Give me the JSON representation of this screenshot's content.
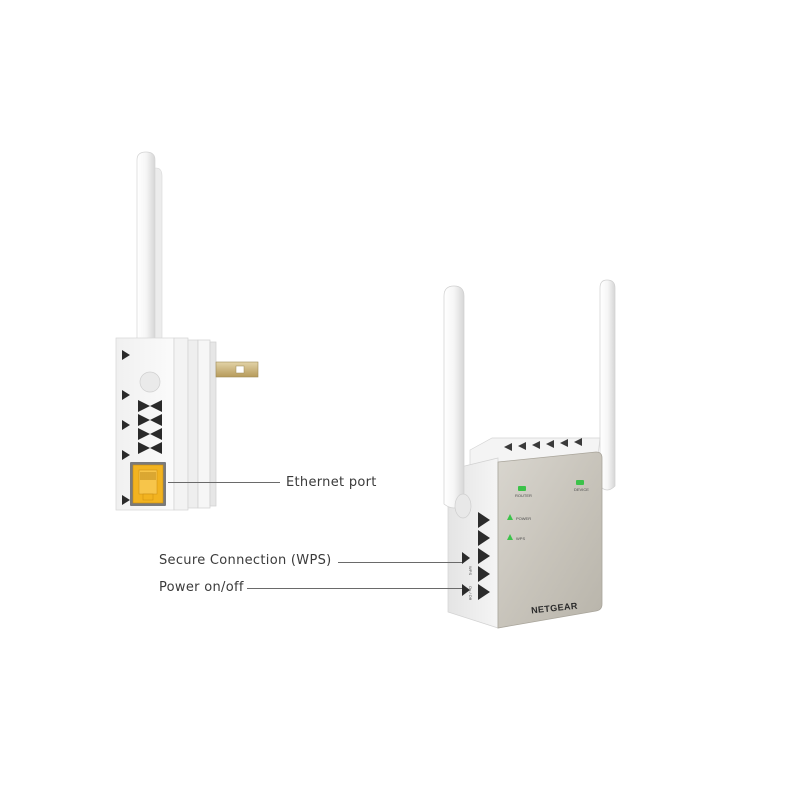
{
  "callouts": {
    "ethernet": "Ethernet port",
    "wps": "Secure Connection (WPS)",
    "power": "Power on/off"
  },
  "device": {
    "brand": "NETGEAR",
    "led_router": "ROUTER",
    "led_device": "DEVICE",
    "led_power": "POWER",
    "led_wps": "WPS",
    "side_wps": "WPS",
    "side_power": "On / Off"
  },
  "colors": {
    "led_green": "#3cc24a",
    "ethernet_port": "#f2b320",
    "front_panel": "#c9c5bd",
    "body_white": "#f4f4f4"
  }
}
